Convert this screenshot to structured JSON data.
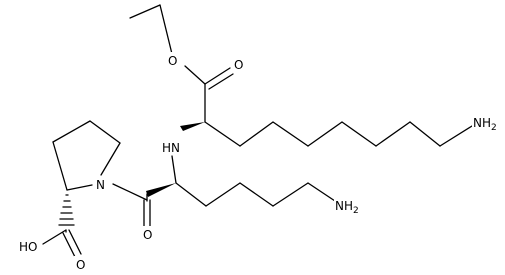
{
  "diagram": {
    "type": "chemical-structure",
    "colors": {
      "background": "#ffffff",
      "ink": "#000000"
    },
    "atom_labels": {
      "ester_oxygen": "O",
      "carbonyl_oxygen_ester": "O",
      "amine_nh": "HN",
      "terminal_amine_top": "NH",
      "terminal_amine_top_sub": "2",
      "terminal_amine_bottom": "NH",
      "terminal_amine_bottom_sub": "2",
      "proline_nitrogen": "N",
      "amide_oxygen": "O",
      "acid_hydroxyl": "HO",
      "acid_oxygen": "O"
    }
  }
}
